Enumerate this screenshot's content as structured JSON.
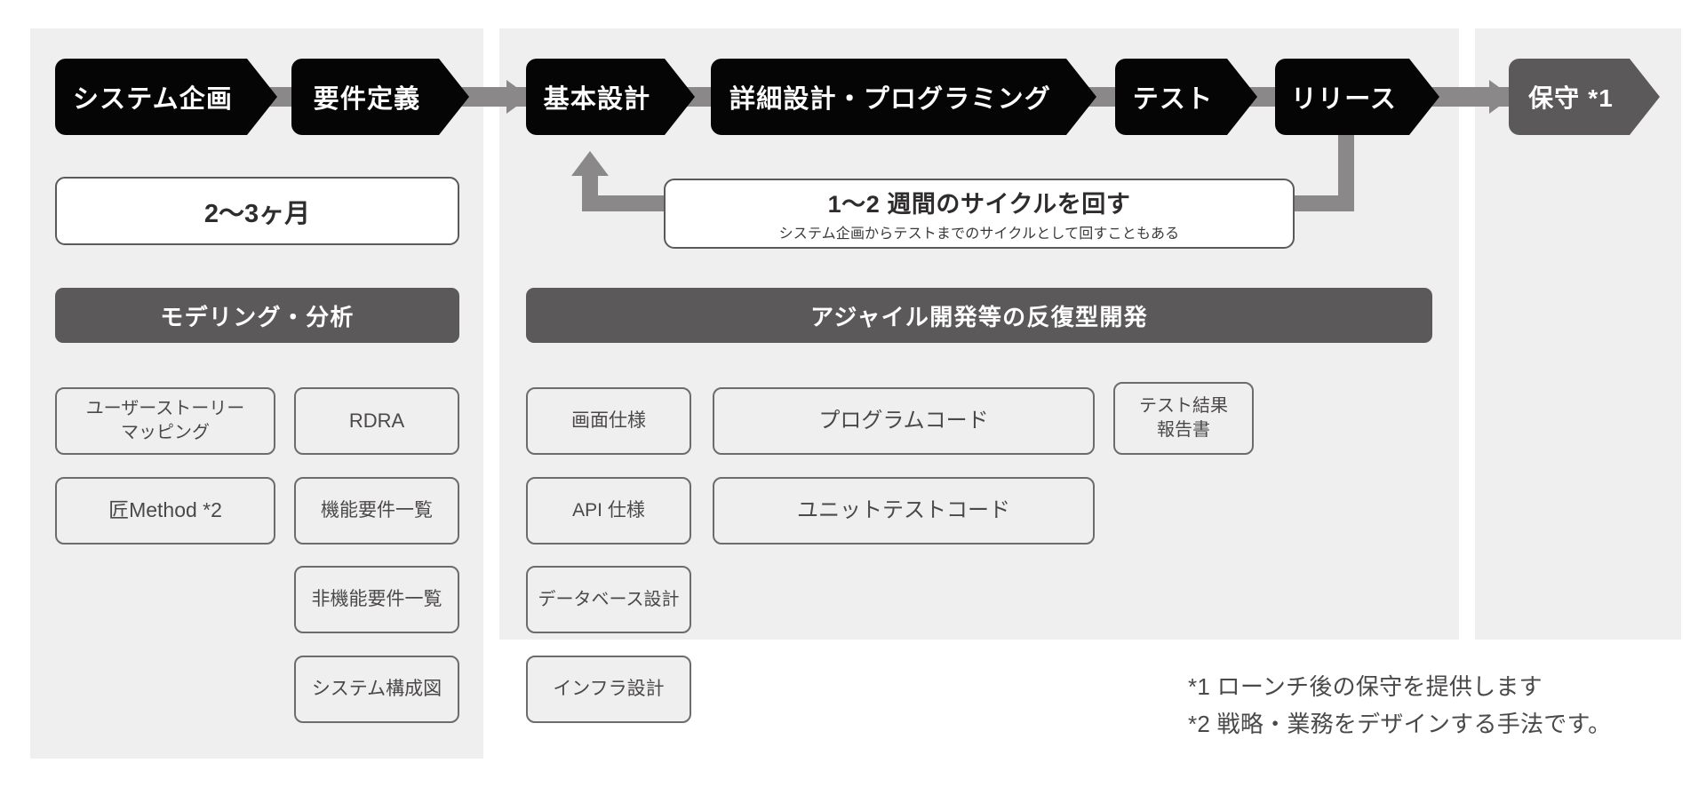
{
  "panels": {
    "left_label": "planning-panel",
    "middle_label": "development-panel",
    "right_label": "maintenance-panel"
  },
  "phases": [
    {
      "id": "system-planning",
      "label": "システム企画",
      "style": "black"
    },
    {
      "id": "requirements",
      "label": "要件定義",
      "style": "black"
    },
    {
      "id": "basic-design",
      "label": "基本設計",
      "style": "black"
    },
    {
      "id": "detailed-design",
      "label": "詳細設計・プログラミング",
      "style": "black"
    },
    {
      "id": "test",
      "label": "テスト",
      "style": "black"
    },
    {
      "id": "release",
      "label": "リリース",
      "style": "black"
    },
    {
      "id": "maintenance",
      "label": "保守 *1",
      "style": "gray"
    }
  ],
  "duration_box": {
    "label": "2〜3ヶ月"
  },
  "section_bars": {
    "left": "モデリング・分析",
    "middle": "アジャイル開発等の反復型開発"
  },
  "cycle_callout": {
    "title": "1〜2 週間のサイクルを回す",
    "subtitle": "システム企画からテストまでのサイクルとして回すこともある"
  },
  "left_artifacts": {
    "column_a": [
      "ユーザーストーリー\nマッピング",
      "匠Method *2"
    ],
    "column_b": [
      "RDRA",
      "機能要件一覧",
      "非機能要件一覧",
      "システム構成図"
    ]
  },
  "middle_artifacts": {
    "column_a": [
      "画面仕様",
      "API 仕様",
      "データベース設計",
      "インフラ設計"
    ],
    "column_b": [
      "プログラムコード",
      "ユニットテストコード"
    ],
    "column_c": [
      "テスト結果\n報告書"
    ]
  },
  "footnotes": [
    "*1 ローンチ後の保守を提供します",
    "*2 戦略・業務をデザインする手法です。"
  ],
  "colors": {
    "panel_bg": "#f0eff0",
    "page_bg": "#ffffff",
    "phase_black": "#050505",
    "phase_gray": "#5b5959",
    "connector": "#8a8889",
    "card_border": "#6d6b6c",
    "text_dark": "#4a4849"
  }
}
